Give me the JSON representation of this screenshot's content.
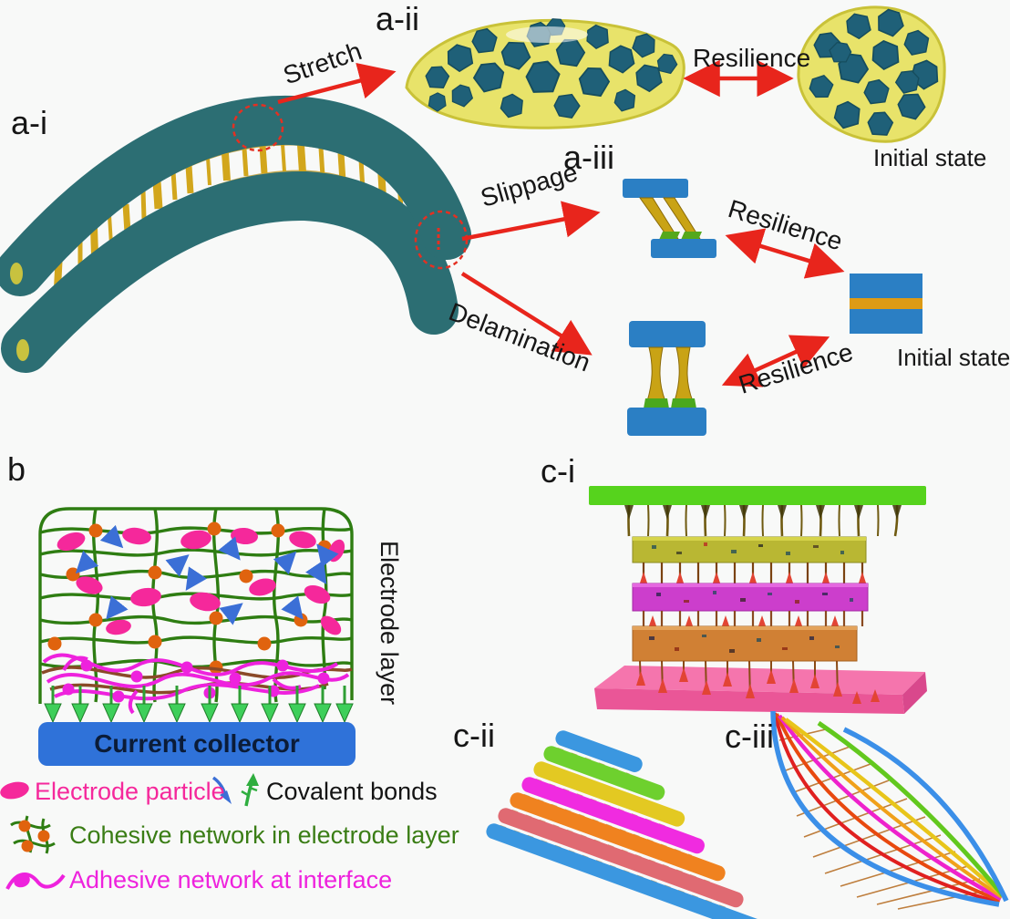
{
  "figure": {
    "panel_labels": {
      "a_i": "a-i",
      "a_ii": "a-ii",
      "a_iii": "a-iii",
      "b": "b",
      "c_i": "c-i",
      "c_ii": "c-ii",
      "c_iii": "c-iii"
    },
    "annotations": {
      "stretch": "Stretch",
      "slippage": "Slippage",
      "delamination": "Delamination",
      "resilience_stretch": "Resilience",
      "resilience_slippage": "Resilience",
      "resilience_delamination": "Resilience",
      "initial_state_stretch": "Initial state",
      "initial_state_bond": "Initial state"
    },
    "panel_b": {
      "electrode_layer": "Electrode layer",
      "current_collector": "Current collector",
      "legend": {
        "electrode_particle": "Electrode particle",
        "covalent_bonds": "Covalent bonds",
        "cohesive_network": "Cohesive network in electrode layer",
        "adhesive_network": "Adhesive network at interface"
      }
    },
    "colors": {
      "electrode_teal": "#2c6e73",
      "binder_gold": "#d2a61c",
      "arrow_red": "#e8251c",
      "substrate_blue": "#2b7fc4",
      "interface_orange": "#dd9b15",
      "particle_pink": "#f5289b",
      "cohesive_green": "#2e7d12",
      "crosslink_orange": "#e0630e",
      "adhesive_magenta": "#ee22dd",
      "covalent_blue": "#3b6fd6",
      "covalent_green": "#2fae3f",
      "collector_blue": "#2f72d9",
      "stack_green": "#56d31d",
      "stack_olive": "#b9b733",
      "stack_magenta": "#cc3ecc",
      "stack_orange": "#d08034",
      "stack_pink": "#ee5f9f"
    }
  }
}
